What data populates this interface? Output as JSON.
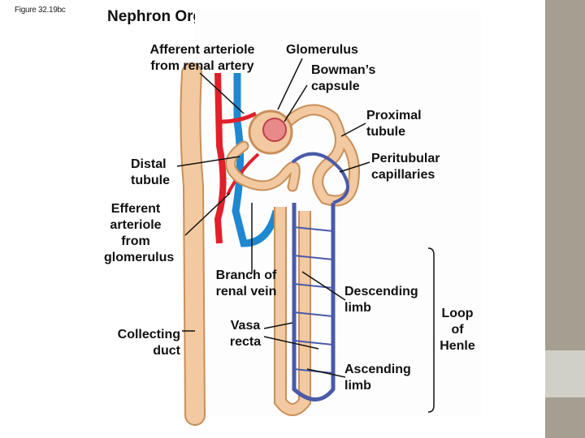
{
  "figure_label": "Figure 32.19bc",
  "title": "Nephron Organization",
  "labels": {
    "afferent": [
      "Afferent arteriole",
      "from renal artery"
    ],
    "glomerulus": "Glomerulus",
    "bowmans": [
      "Bowman’s",
      "capsule"
    ],
    "proximal": [
      "Proximal",
      "tubule"
    ],
    "distal": [
      "Distal",
      "tubule"
    ],
    "peritubular": [
      "Peritubular",
      "capillaries"
    ],
    "efferent": [
      "Efferent",
      "arteriole",
      "from",
      "glomerulus"
    ],
    "branch_vein": [
      "Branch of",
      "renal vein"
    ],
    "descending": [
      "Descending",
      "limb"
    ],
    "loop": [
      "Loop",
      "of",
      "Henle"
    ],
    "collecting": [
      "Collecting",
      "duct"
    ],
    "vasa": [
      "Vasa",
      "recta"
    ],
    "ascending": [
      "Ascending",
      "limb"
    ]
  },
  "colors": {
    "tubule": "#f2c9a0",
    "tubule_edge": "#c98f5a",
    "artery": "#e0202a",
    "vein": "#1e88d0",
    "capillary": "#4a5aa8",
    "accent_bar": "#a49f90",
    "accent_block": "#d1d0c6"
  }
}
